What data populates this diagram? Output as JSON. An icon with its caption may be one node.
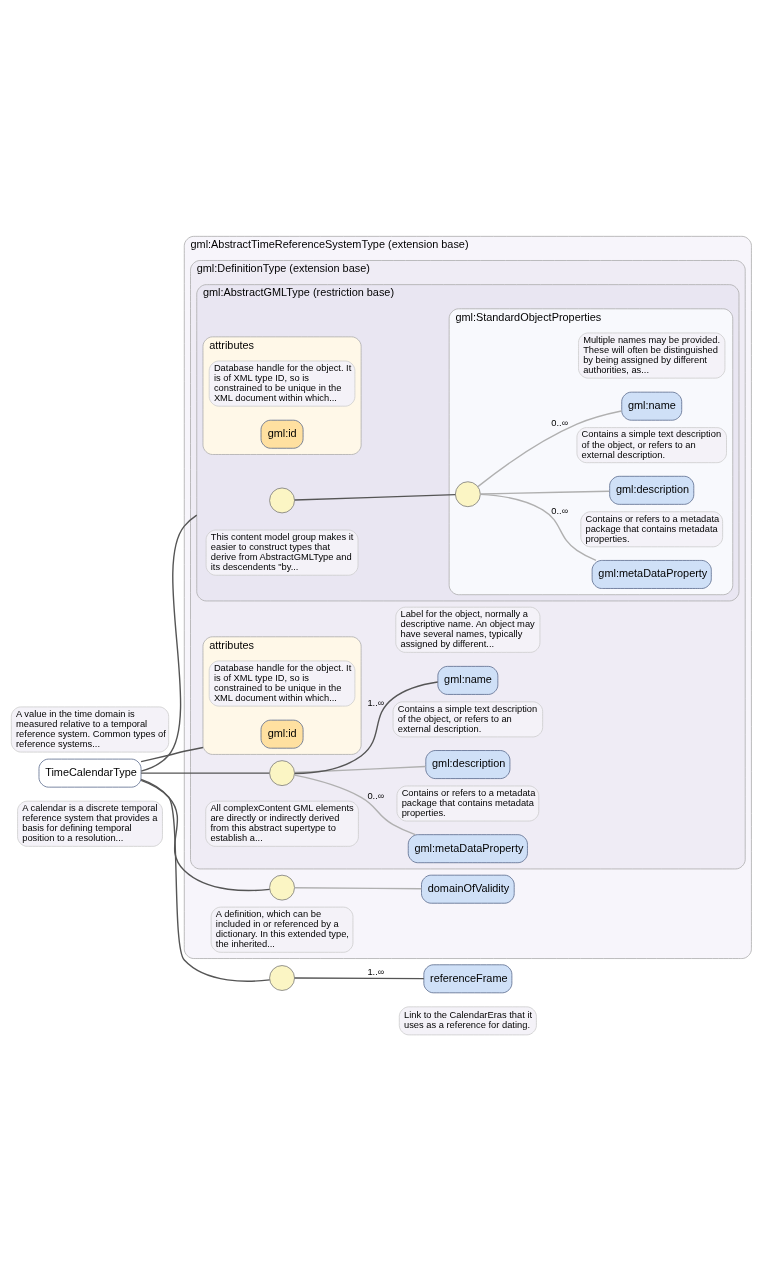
{
  "diagram": {
    "nodes": [
      {
        "text": [
          "TimeCalendarType"
        ],
        "beside": [
          "A calendar is a discrete temporal reference system that provides a basis for defining temporal position to a resolution..."
        ]
      },
      {
        "text": [
          "gml:AbstractTimeReferenceSystemType (extension base)"
        ]
      },
      {
        "text": [
          "gml:DefinitionType (extension base)"
        ],
        "in": 1
      },
      {
        "text": [
          "gml:AbstractGMLType (restriction base)"
        ],
        "in": 2
      },
      {
        "text": [
          "attributes"
        ],
        "in": 3
      },
      {
        "text": [
          "gml:id"
        ],
        "in": 4,
        "beside": [
          "Database handle for the object. It is of XML type ID, so is constrained to be unique in the XML document within which..."
        ]
      },
      {
        "text": [],
        "shape": "circle",
        "in": 3
      },
      {
        "text": [
          "gml:StandardObjectProperties"
        ],
        "in": 3
      },
      {
        "text": [],
        "shape": "circle",
        "in": 7
      },
      {
        "text": [
          "gml:metaDataProperty"
        ],
        "in": 7,
        "beside": [
          "Contains or refers to a metadata package that contains metadata properties."
        ]
      },
      {
        "text": [
          "gml:description"
        ],
        "in": 7,
        "beside": [
          "Contains a simple text description of the object, or refers to an external description."
        ]
      },
      {
        "text": [
          "gml:name"
        ],
        "in": 7,
        "beside": [
          "Multiple names may be provided. These will often be distinguished by being assigned by different authorities, as..."
        ]
      },
      {
        "text": [
          "attributes"
        ],
        "in": 2
      },
      {
        "text": [
          "gml:id"
        ],
        "in": 12,
        "beside": [
          "Database handle for the object. It is of XML type ID, so is constrained to be unique in the XML document within which..."
        ]
      },
      {
        "text": [],
        "shape": "circle",
        "in": 2
      },
      {
        "text": [
          "gml:metaDataProperty"
        ],
        "in": 2,
        "beside": [
          "Contains or refers to a metadata package that contains metadata properties."
        ]
      },
      {
        "text": [
          "gml:description"
        ],
        "in": 2,
        "beside": [
          "Contains a simple text description of the object, or refers to an external description."
        ]
      },
      {
        "text": [
          "gml:name"
        ],
        "in": 2,
        "beside": [
          "Label for the object, normally a descriptive name. An object may have several names, typically assigned by different..."
        ]
      },
      {
        "text": [],
        "shape": "circle",
        "in": 1
      },
      {
        "text": [
          "domainOfValidity"
        ],
        "in": 1
      },
      {
        "text": [],
        "shape": "circle"
      },
      {
        "text": [
          "referenceFrame"
        ],
        "beside": [
          "Link to the CalendarEras that it uses as a reference for dating."
        ]
      }
    ],
    "edges": [
      {
        "from": 0,
        "to": 3,
        "arrow": "none"
      },
      {
        "from": 0,
        "to": 12,
        "arrow": "none"
      },
      {
        "from": 0,
        "to": 14,
        "arrow": "none"
      },
      {
        "from": 0,
        "to": 18,
        "arrow": "none"
      },
      {
        "from": 0,
        "to": 20,
        "arrow": "none"
      },
      {
        "from": 6,
        "to": 8,
        "arrow": "none"
      },
      {
        "from": 8,
        "to": 9,
        "arrow": "none",
        "label": "0..∞",
        "color": "#b0b0b0"
      },
      {
        "from": 8,
        "to": 10,
        "arrow": "none",
        "color": "#b0b0b0"
      },
      {
        "from": 8,
        "to": 11,
        "arrow": "none",
        "label": "0..∞",
        "color": "#b0b0b0"
      },
      {
        "from": 14,
        "to": 15,
        "arrow": "none",
        "label": "0..∞",
        "color": "#b0b0b0"
      },
      {
        "from": 14,
        "to": 16,
        "arrow": "none",
        "color": "#b0b0b0"
      },
      {
        "from": 14,
        "to": 17,
        "arrow": "none",
        "label": "1..∞"
      },
      {
        "from": 18,
        "to": 19,
        "arrow": "none",
        "color": "#b0b0b0"
      },
      {
        "from": 20,
        "to": 21,
        "arrow": "none",
        "label": "1..∞"
      }
    ],
    "labels": [
      "This content model group makes it easier to construct types that derive from AbstractGMLType and its descendents \"by...",
      "All complexContent GML elements are directly or indirectly derived from this abstract supertype to establish a...",
      "A definition, which can be included in or referenced by a dictionary. In this extended type, the inherited...",
      "A value in the time domain is measured relative to a temporal reference system. Common types of reference systems..."
    ]
  }
}
